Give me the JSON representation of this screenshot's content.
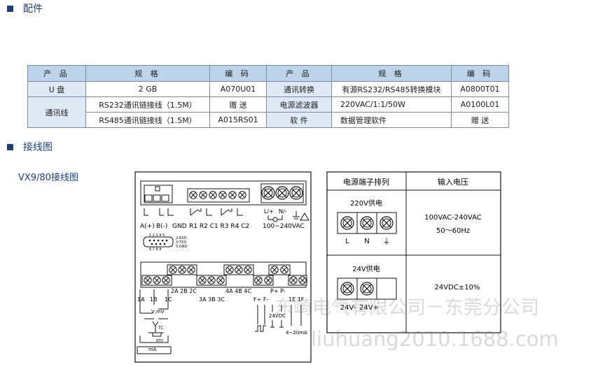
{
  "sections": {
    "accessories": "配件",
    "wiring": "接线图"
  },
  "wiring_subtitle": "VX9/80接线图",
  "parts_table": {
    "headers": [
      "产 品",
      "规 格",
      "编 码",
      "产 品",
      "规 格",
      "编 码"
    ],
    "rows": [
      {
        "product_a": "U 盘",
        "spec_a": "2 GB",
        "code_a": "A070U01",
        "product_b": "通讯转换",
        "spec_b": "有源RS232/RS485转换模块",
        "code_b": "A0800T01"
      },
      {
        "product_a": "通讯线",
        "spec_a": "RS232通讯链接线（1.5M）",
        "code_a": "赠 送",
        "product_b": "电源滤波器",
        "spec_b": "220VAC/1:1/50W",
        "code_b": "A0100L01"
      },
      {
        "product_a": "",
        "spec_a": "RS485通讯链接线（1.5M）",
        "code_a": "A015RS01",
        "product_b": "软 件",
        "spec_b": "数据管理软件",
        "code_b": "赠 送"
      }
    ]
  },
  "diagram": {
    "comm_labels": [
      "A(+)",
      "B(-)",
      "GND"
    ],
    "relay_labels": "R1 R2 C1 R3 R4 C2",
    "power_labels": [
      "L/+",
      "N/-"
    ],
    "power_range": "100~240VAC",
    "db9_top": "1 2 3 4 5",
    "db9_bottom": "6 7 8 9",
    "db9_pins": [
      "2:RXD",
      "3:TXD",
      "5:GND"
    ],
    "lower_top_labels": [
      "2A 2B 2C",
      "4A 4B 4C",
      "P+ P-"
    ],
    "lower_bottom_labels": [
      "1A",
      "1B",
      "1C",
      "3A 3B 3C",
      "F+ F-",
      "1E 1F"
    ],
    "sensor_labels": [
      "V,mV",
      "TC",
      "RTD",
      "mA"
    ],
    "out_labels": [
      "24VDC",
      "4~20mA"
    ]
  },
  "power_table": {
    "headers": [
      "电源端子排列",
      "输入电压"
    ],
    "rows": [
      {
        "label": "220V供电",
        "terminals": [
          "L",
          "N",
          "⏚"
        ],
        "voltage_lines": [
          "100VAC-240VAC",
          "50～60Hz"
        ]
      },
      {
        "label": "24V供电",
        "terminals": [
          "24V-",
          "24V+"
        ],
        "voltage_lines": [
          "24VDC±10%"
        ]
      }
    ]
  },
  "watermark": {
    "line1": "东崎电气有限公司－东莞分公司",
    "line2": "liuhuang2010.1688.com"
  }
}
